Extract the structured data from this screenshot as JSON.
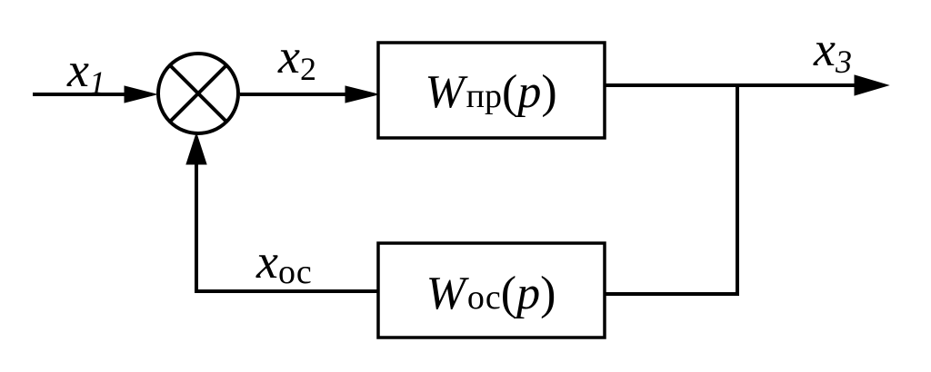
{
  "colors": {
    "line": "#000000",
    "background": "#ffffff"
  },
  "summing_junction": {
    "symbol": "cross-circle"
  },
  "signals": {
    "x1": {
      "base": "x",
      "sub": "1"
    },
    "x2": {
      "base": "x",
      "sub": "2"
    },
    "x3": {
      "base": "x",
      "sub": "3"
    },
    "xoc": {
      "base": "x",
      "sub": "ос"
    }
  },
  "blocks": {
    "forward": {
      "func": "W",
      "sub": "пр",
      "open": "(",
      "arg": "p",
      "close": ")"
    },
    "feedback": {
      "func": "W",
      "sub": "ос",
      "open": "(",
      "arg": "p",
      "close": ")"
    }
  }
}
